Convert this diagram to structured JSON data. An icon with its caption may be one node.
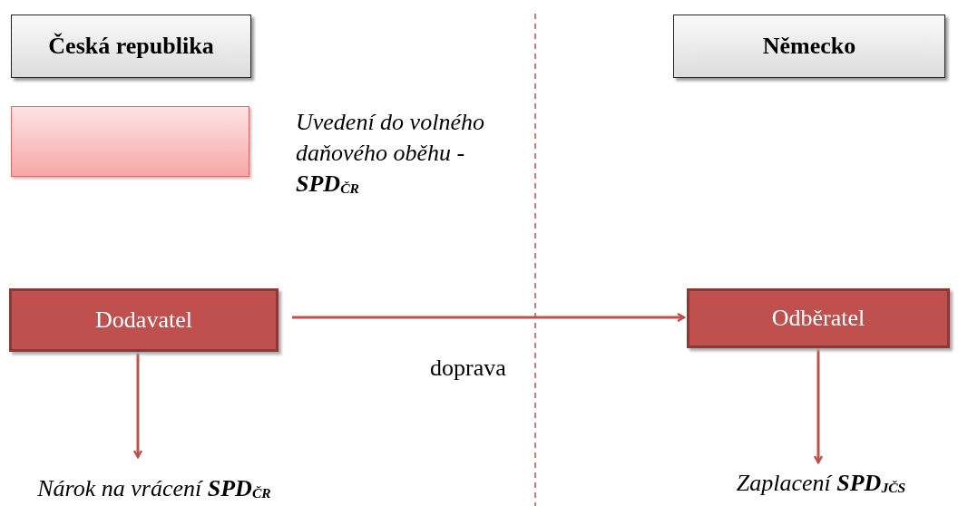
{
  "diagram": {
    "nodes": [
      {
        "text": [
          "Česká republika"
        ]
      },
      {
        "text": [
          "Německo"
        ]
      },
      {
        "text": [],
        "shape": "box"
      },
      {
        "text": [
          "Dodavatel"
        ]
      },
      {
        "text": [
          "Odběratel"
        ]
      },
      {
        "text": [
          "Nárok na vrácení **SPD**$_{ČR}$"
        ]
      },
      {
        "text": [
          "Zaplacení **SPD**$_{JČS}$"
        ]
      }
    ],
    "edges": [
      {
        "from": 3,
        "to": 4,
        "arrow": "to",
        "label": "doprava"
      },
      {
        "from": 3,
        "to": 5,
        "arrow": "to"
      },
      {
        "from": 4,
        "to": 6,
        "arrow": "to"
      }
    ],
    "labels": [
      "Uvedení do volného daňového oběhu - **SPD**$_{ČR}$"
    ]
  }
}
